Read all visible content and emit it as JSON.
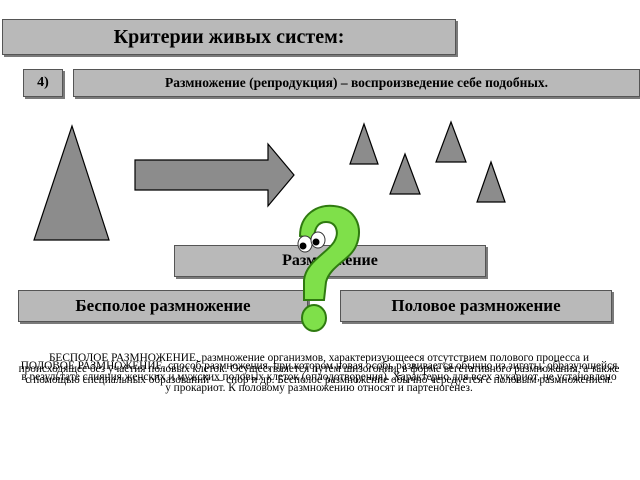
{
  "title": "Критерии живых систем:",
  "criterion_number": "4)",
  "definition": "Размножение (репродукция) – воспроизведение себе подобных.",
  "center_label": "Размножение",
  "branches": {
    "asexual": "Бесполое размножение",
    "sexual": "Половое размножение"
  },
  "paragraphs": {
    "asexual": "БЕСПОЛОЕ РАЗМНОЖЕНИЕ, размножение организмов, характеризующееся отсутствием полового процесса и происходящее без участия половых клеток. Осуществляется путем шизогонии, в форме вегетативного размножения, а также с помощью специальных образований — спор и др. Бесполое размножение обычно чередуется с половым размножением.",
    "sexual": "ПОЛОВОЕ РАЗМНОЖЕНИЕ, способ размножения, при котором новая особь развивается обычно из зиготы, образующейся в результате слияния женских и мужских половых клеток (оплодотворения). Характерно для всех эукариот, не установлено у прокариот. К половому размножению относят и партеногенез."
  },
  "icons": [
    "large-triangle-icon",
    "right-arrow-icon",
    "small-triangle-icon",
    "question-mark-icon"
  ],
  "colors": {
    "box_fill": "#b9b9b9",
    "triangle_fill": "#8c8c8c",
    "question_fill": "#7fe04a",
    "question_stroke": "#2f7a10"
  }
}
